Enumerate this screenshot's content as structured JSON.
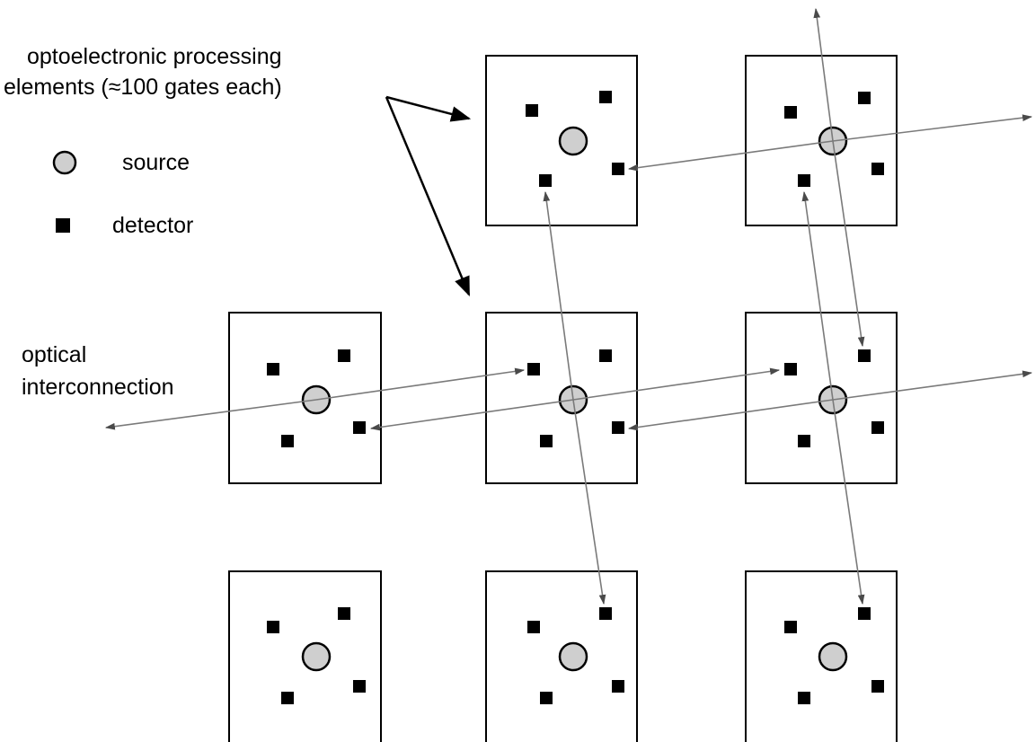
{
  "labels": {
    "pe_line1": "optoelectronic processing",
    "pe_line2": "elements (≈100 gates each)",
    "source": "source",
    "detector": "detector",
    "optical_line1": "optical",
    "optical_line2": "interconnection"
  },
  "icons": {
    "source_marker": "light-gray-circle",
    "detector_marker": "black-square"
  },
  "colors": {
    "ink": "#000000",
    "source_fill": "#cfcfcf",
    "beam": "#7a7a7a",
    "background": "#ffffff"
  },
  "grid": {
    "rows": 3,
    "cols": 3,
    "empty_cells": [
      "row1-col1"
    ]
  }
}
